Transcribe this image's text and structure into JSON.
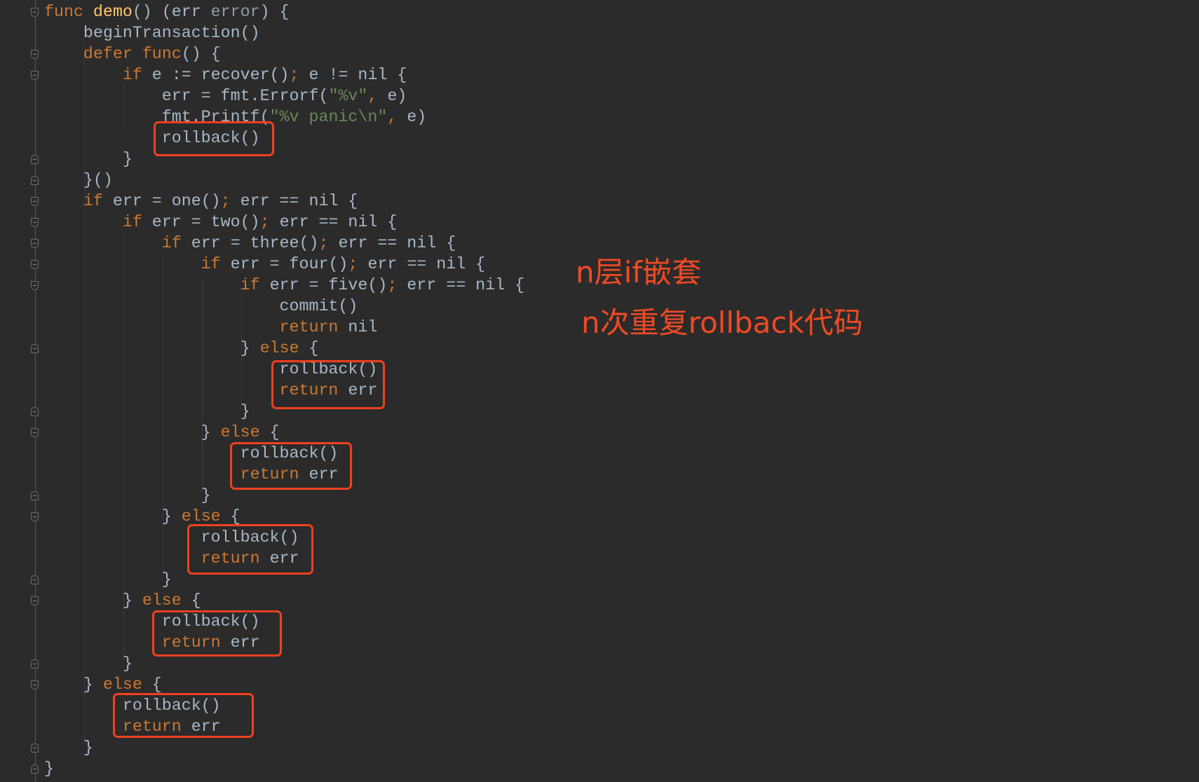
{
  "colors": {
    "background": "#2b2b2b",
    "keyword": "#cc7832",
    "text": "#a9b7c6",
    "function": "#ffc66d",
    "string": "#6a8759",
    "annotation": "#f04a23",
    "highlight_box": "#f2401f"
  },
  "code": [
    {
      "fold": "open",
      "tokens": [
        [
          "kw",
          "func "
        ],
        [
          "fn",
          "demo"
        ],
        [
          "t",
          "() (err "
        ],
        [
          "typ",
          "error"
        ],
        [
          "t",
          ") {"
        ]
      ]
    },
    {
      "tokens": [
        [
          "t",
          "    beginTransaction()"
        ]
      ]
    },
    {
      "fold": "open",
      "tokens": [
        [
          "kw",
          "    defer func"
        ],
        [
          "t",
          "() {"
        ]
      ]
    },
    {
      "fold": "open",
      "tokens": [
        [
          "kw",
          "        if "
        ],
        [
          "t",
          "e := recover()"
        ],
        [
          "kw",
          "; "
        ],
        [
          "t",
          "e != nil {"
        ]
      ]
    },
    {
      "tokens": [
        [
          "t",
          "            err = fmt.Errorf("
        ],
        [
          "str",
          "\"%v\""
        ],
        [
          "kw",
          ", "
        ],
        [
          "t",
          "e)"
        ]
      ]
    },
    {
      "tokens": [
        [
          "t",
          "            fmt.Printf("
        ],
        [
          "str",
          "\"%v panic\\n\""
        ],
        [
          "kw",
          ", "
        ],
        [
          "t",
          "e)"
        ]
      ]
    },
    {
      "tokens": [
        [
          "t",
          "            rollback()"
        ]
      ]
    },
    {
      "fold": "close",
      "tokens": [
        [
          "t",
          "        }"
        ]
      ]
    },
    {
      "fold": "close",
      "tokens": [
        [
          "t",
          "    }()"
        ]
      ]
    },
    {
      "fold": "open",
      "tokens": [
        [
          "kw",
          "    if "
        ],
        [
          "t",
          "err = one()"
        ],
        [
          "kw",
          "; "
        ],
        [
          "t",
          "err == nil {"
        ]
      ]
    },
    {
      "fold": "open",
      "tokens": [
        [
          "kw",
          "        if "
        ],
        [
          "t",
          "err = two()"
        ],
        [
          "kw",
          "; "
        ],
        [
          "t",
          "err == nil {"
        ]
      ]
    },
    {
      "fold": "open",
      "tokens": [
        [
          "kw",
          "            if "
        ],
        [
          "t",
          "err = three()"
        ],
        [
          "kw",
          "; "
        ],
        [
          "t",
          "err == nil {"
        ]
      ]
    },
    {
      "fold": "open",
      "tokens": [
        [
          "kw",
          "                if "
        ],
        [
          "t",
          "err = four()"
        ],
        [
          "kw",
          "; "
        ],
        [
          "t",
          "err == nil {"
        ]
      ]
    },
    {
      "fold": "open",
      "tokens": [
        [
          "kw",
          "                    if "
        ],
        [
          "t",
          "err = five()"
        ],
        [
          "kw",
          "; "
        ],
        [
          "t",
          "err == nil {"
        ]
      ]
    },
    {
      "tokens": [
        [
          "t",
          "                        commit()"
        ]
      ]
    },
    {
      "tokens": [
        [
          "kw",
          "                        return "
        ],
        [
          "t",
          "nil"
        ]
      ]
    },
    {
      "fold": "close",
      "tokens": [
        [
          "t",
          "                    } "
        ],
        [
          "kw",
          "else "
        ],
        [
          "t",
          "{"
        ]
      ]
    },
    {
      "tokens": [
        [
          "t",
          "                        rollback()"
        ]
      ]
    },
    {
      "tokens": [
        [
          "kw",
          "                        return "
        ],
        [
          "t",
          "err"
        ]
      ]
    },
    {
      "fold": "close",
      "tokens": [
        [
          "t",
          "                    }"
        ]
      ]
    },
    {
      "fold": "open",
      "tokens": [
        [
          "t",
          "                } "
        ],
        [
          "kw",
          "else "
        ],
        [
          "t",
          "{"
        ]
      ]
    },
    {
      "tokens": [
        [
          "t",
          "                    rollback()"
        ]
      ]
    },
    {
      "tokens": [
        [
          "kw",
          "                    return "
        ],
        [
          "t",
          "err"
        ]
      ]
    },
    {
      "fold": "close",
      "tokens": [
        [
          "t",
          "                }"
        ]
      ]
    },
    {
      "fold": "open",
      "tokens": [
        [
          "t",
          "            } "
        ],
        [
          "kw",
          "else "
        ],
        [
          "t",
          "{"
        ]
      ]
    },
    {
      "tokens": [
        [
          "t",
          "                rollback()"
        ]
      ]
    },
    {
      "tokens": [
        [
          "kw",
          "                return "
        ],
        [
          "t",
          "err"
        ]
      ]
    },
    {
      "fold": "close",
      "tokens": [
        [
          "t",
          "            }"
        ]
      ]
    },
    {
      "fold": "open",
      "tokens": [
        [
          "t",
          "        } "
        ],
        [
          "kw",
          "else "
        ],
        [
          "t",
          "{"
        ]
      ]
    },
    {
      "tokens": [
        [
          "t",
          "            rollback()"
        ]
      ]
    },
    {
      "tokens": [
        [
          "kw",
          "            return "
        ],
        [
          "t",
          "err"
        ]
      ]
    },
    {
      "fold": "close",
      "tokens": [
        [
          "t",
          "        }"
        ]
      ]
    },
    {
      "fold": "open",
      "tokens": [
        [
          "t",
          "    } "
        ],
        [
          "kw",
          "else "
        ],
        [
          "t",
          "{"
        ]
      ]
    },
    {
      "tokens": [
        [
          "t",
          "        rollback()"
        ]
      ]
    },
    {
      "tokens": [
        [
          "kw",
          "        return "
        ],
        [
          "t",
          "err"
        ]
      ]
    },
    {
      "fold": "close",
      "tokens": [
        [
          "t",
          "    }"
        ]
      ]
    },
    {
      "fold": "close",
      "tokens": [
        [
          "t",
          "}"
        ]
      ]
    }
  ],
  "annotations": {
    "line1": "n层if嵌套",
    "line2": "n次重复rollback代码"
  }
}
